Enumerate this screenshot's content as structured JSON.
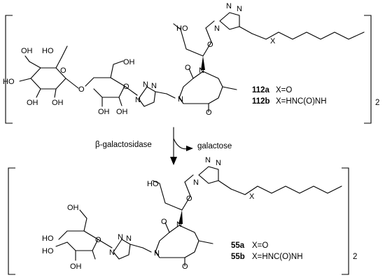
{
  "atoms": {
    "HO": "HO",
    "OH": "OH",
    "O": "O",
    "N": "N",
    "X": "X"
  },
  "top_compound": {
    "label_a": "112a",
    "desc_a": "X=O",
    "label_b": "112b",
    "desc_b": "X=HNC(O)NH",
    "multiplier": "2"
  },
  "reaction": {
    "enzyme": "β-galactosidase",
    "byproduct": "galactose"
  },
  "bottom_compound": {
    "label_a": "55a",
    "desc_a": "X=O",
    "label_b": "55b",
    "desc_b": "X=HNC(O)NH",
    "multiplier": "2"
  }
}
